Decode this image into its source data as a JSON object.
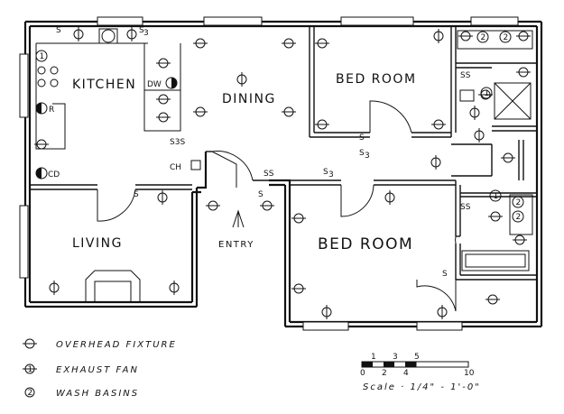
{
  "rooms": {
    "kitchen": "KITCHEN",
    "dining": "DINING",
    "bedroom_top": "BED ROOM",
    "bedroom_bottom": "BED ROOM",
    "living": "LIVING",
    "entry": "ENTRY"
  },
  "appliances": {
    "dishwasher": "DW",
    "refrigerator": "R",
    "clothes_dryer": "CD",
    "chime": "CH"
  },
  "switches": {
    "single": "S",
    "double": "SS",
    "three_way": "S3",
    "three_way_pair": "S3S",
    "three_way_main": "S",
    "subscript": "3"
  },
  "legend": {
    "overhead": "OVERHEAD FIXTURE",
    "exhaust": "EXHAUST FAN",
    "basins": "WASH BASINS",
    "basin_mark": "2"
  },
  "scale": {
    "ticks_top": [
      "1",
      "3",
      "5"
    ],
    "ticks_bottom": [
      "0",
      "2",
      "4",
      "10"
    ],
    "text": "Scale · 1/4\" - 1'-0\""
  }
}
